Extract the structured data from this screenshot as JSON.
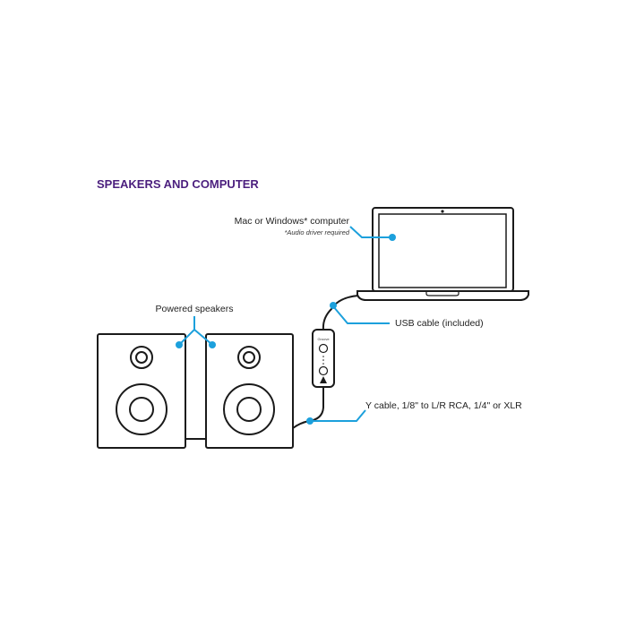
{
  "title": "SPEAKERS AND COMPUTER",
  "labels": {
    "computer": "Mac or Windows* computer",
    "computer_note": "*Audio driver required",
    "speakers": "Powered speakers",
    "usb": "USB cable (included)",
    "ycable": "Y cable, 1/8\" to L/R RCA, 1/4\" or XLR",
    "device": "Groove"
  },
  "colors": {
    "title": "#4b1f7e",
    "callout": "#1ca0dc",
    "line": "#1a1a1a"
  }
}
